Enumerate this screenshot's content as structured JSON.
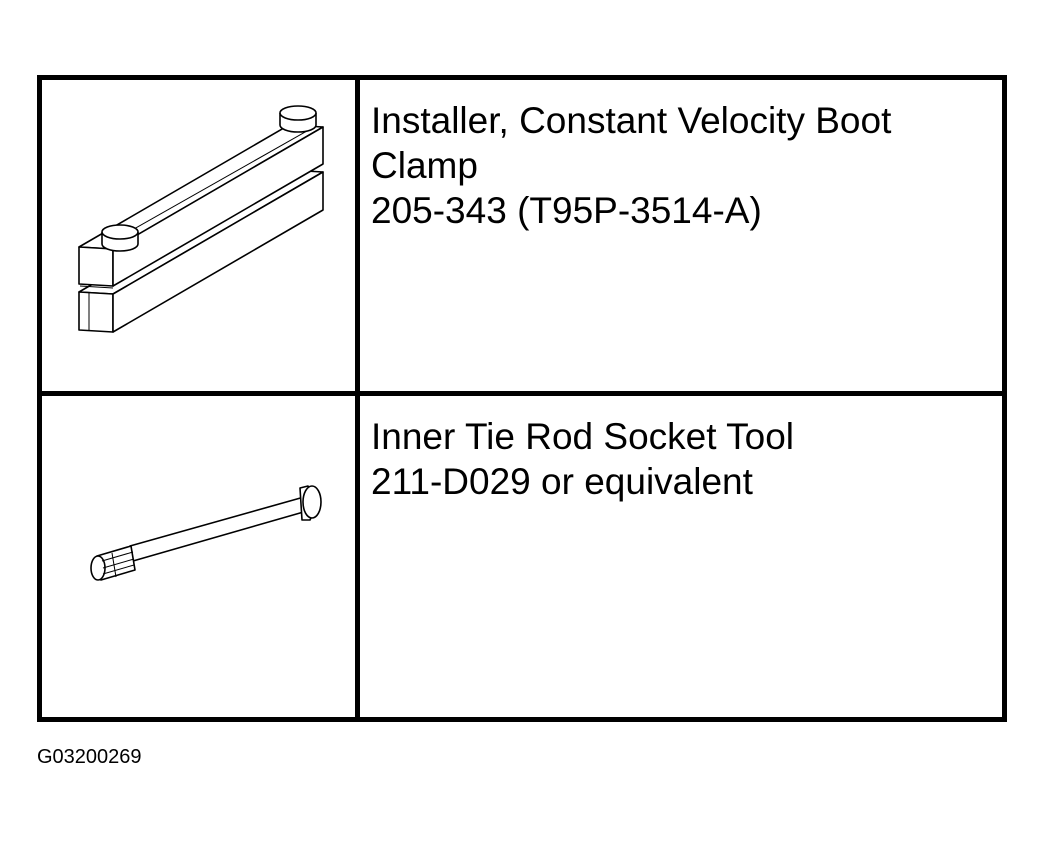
{
  "tools": [
    {
      "illustration": "boot-clamp-installer-illustration",
      "lines": [
        "Installer, Constant Velocity Boot",
        "Clamp",
        "205-343 (T95P-3514-A)"
      ]
    },
    {
      "illustration": "tie-rod-socket-illustration",
      "lines": [
        "Inner Tie Rod Socket Tool",
        "211-D029 or equivalent"
      ]
    }
  ],
  "figure_id": "G03200269"
}
